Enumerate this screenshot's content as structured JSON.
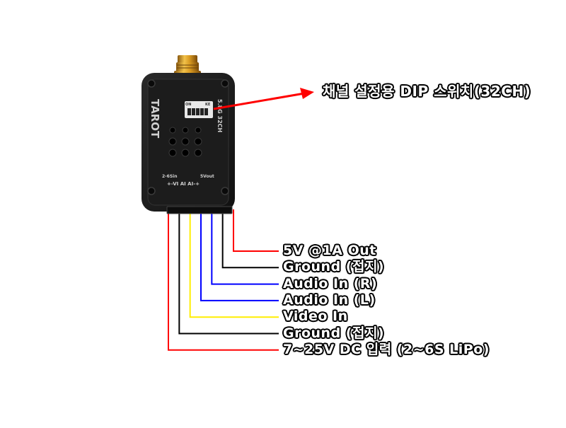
{
  "device": {
    "brand": "TAROT",
    "band_label": "5.8G  32CH",
    "dip_on_label": "ON",
    "dip_ke_label": "KE",
    "bottom_left_label": "2-6Sin",
    "bottom_right_label": "5Vout",
    "pin_row_label": "+-VI AI AI-+"
  },
  "dip_callout": {
    "label": "채널 설정용 DIP 스위치(32CH)",
    "arrow_color": "#ff0000"
  },
  "pins": [
    {
      "label": "5V @1A Out",
      "color": "#ff0000"
    },
    {
      "label": "Ground (접지)",
      "color": "#000000"
    },
    {
      "label": "Audio In (R)",
      "color": "#0000ff"
    },
    {
      "label": "Audio In (L)",
      "color": "#0000ff"
    },
    {
      "label": "Video In",
      "color": "#ffee00"
    },
    {
      "label": "Ground (접지)",
      "color": "#000000"
    },
    {
      "label": "7~25V DC 입력 (2~6S LiPo)",
      "color": "#ff0000"
    }
  ]
}
